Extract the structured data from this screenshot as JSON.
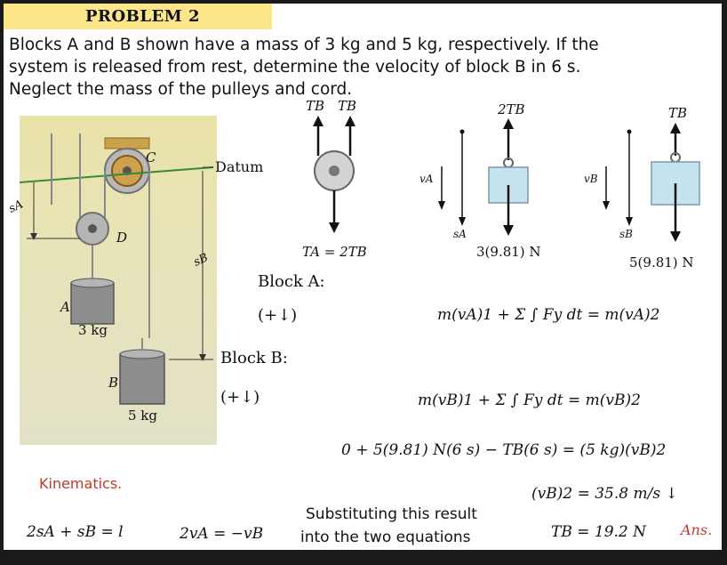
{
  "header": {
    "title": "PROBLEM 2"
  },
  "statement": {
    "line1": "Blocks A and B  shown have a mass of 3 kg and 5 kg, respectively. If the",
    "line2": "system is released from rest, determine the velocity of block B  in 6 s.",
    "line3": "Neglect the mass of the pulleys and cord."
  },
  "figure": {
    "datum": "Datum",
    "label_c": "C",
    "label_d": "D",
    "label_a": "A",
    "label_b": "B",
    "mass_a": "3 kg",
    "mass_b": "5 kg",
    "s_a": "sA",
    "s_b": "sB"
  },
  "fbd": {
    "tb_left": "TB",
    "tb_right": "TB",
    "two_tb": "2TB",
    "tb_block_b": "TB",
    "va": "vA",
    "vb": "vB",
    "sa": "sA",
    "sb": "sB",
    "weight_a": "3(9.81) N",
    "weight_b": "5(9.81) N",
    "ta_eq": "TA = 2TB"
  },
  "solution": {
    "block_a": "Block A:",
    "sign_a": "(+↓)",
    "eq_a": "m(vA)1 + Σ ∫ Fy dt = m(vA)2",
    "block_b": "Block B:",
    "sign_b": "(+↓)",
    "eq_b": "m(vB)1 + Σ ∫ Fy dt = m(vB)2",
    "eq_b_sub": "0 + 5(9.81) N(6 s) − TB(6 s) = (5 kg)(vB)2",
    "result_v": "(vB)2 = 35.8 m/s ↓",
    "result_t": "TB = 19.2 N",
    "ans": "Ans.",
    "kinematics": "Kinematics.",
    "kin_eq1": "2sA + sB = l",
    "kin_eq2": "2vA = −vB",
    "subst_line1": "Substituting this result",
    "subst_line2": "into the two equations"
  }
}
